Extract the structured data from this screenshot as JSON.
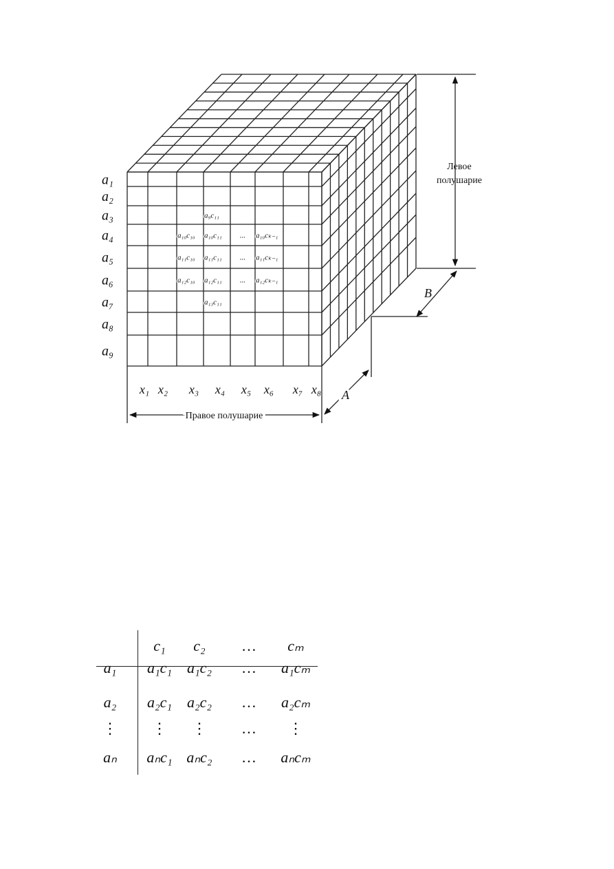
{
  "cube": {
    "rows": 9,
    "cols": 8,
    "depth": 11,
    "row_labels": [
      "a₁",
      "a₂",
      "a₃",
      "a₄",
      "a₅",
      "a₆",
      "a₇",
      "a₈",
      "a₉"
    ],
    "col_labels": [
      "x₁",
      "x₂",
      "x₃",
      "x₄",
      "x₅",
      "x₆",
      "x₇",
      "x₈"
    ],
    "left_hemisphere_label": [
      "Левое",
      "полушарие"
    ],
    "right_hemisphere_label": "Правое полушарие",
    "dim_a": "A",
    "dim_b": "B",
    "cells": [
      {
        "row": 2,
        "col": 3,
        "text": "a₉c₁₁"
      },
      {
        "row": 3,
        "col": 2,
        "text": "a₁₀c₁₀"
      },
      {
        "row": 3,
        "col": 3,
        "text": "a₁₀c₁₁"
      },
      {
        "row": 3,
        "col": 4,
        "text": "..."
      },
      {
        "row": 3,
        "col": 5,
        "text": "a₁₀cₖ₋₁"
      },
      {
        "row": 4,
        "col": 2,
        "text": "a₁₁c₁₀"
      },
      {
        "row": 4,
        "col": 3,
        "text": "a₁₁c₁₁"
      },
      {
        "row": 4,
        "col": 4,
        "text": "..."
      },
      {
        "row": 4,
        "col": 5,
        "text": "a₁₁cₖ₋₁"
      },
      {
        "row": 5,
        "col": 2,
        "text": "a₁₂c₁₀"
      },
      {
        "row": 5,
        "col": 3,
        "text": "a₁₂c₁₁"
      },
      {
        "row": 5,
        "col": 4,
        "text": "..."
      },
      {
        "row": 5,
        "col": 5,
        "text": "a₁₂cₖ₋₁"
      },
      {
        "row": 6,
        "col": 3,
        "text": "a₁₃c₁₁"
      }
    ]
  },
  "matrix": {
    "col_headers": [
      "c₁",
      "c₂",
      "…",
      "cₘ"
    ],
    "rows": [
      {
        "label": "a₁",
        "cells": [
          "a₁c₁",
          "a₁c₂",
          "…",
          "a₁cₘ"
        ]
      },
      {
        "label": "a₂",
        "cells": [
          "a₂c₁",
          "a₂c₂",
          "…",
          "a₂cₘ"
        ]
      },
      {
        "label": "⋮",
        "cells": [
          "⋮",
          "⋮",
          "…",
          "⋮"
        ]
      },
      {
        "label": "aₙ",
        "cells": [
          "aₙc₁",
          "aₙc₂",
          "…",
          "aₙcₘ"
        ]
      }
    ]
  }
}
